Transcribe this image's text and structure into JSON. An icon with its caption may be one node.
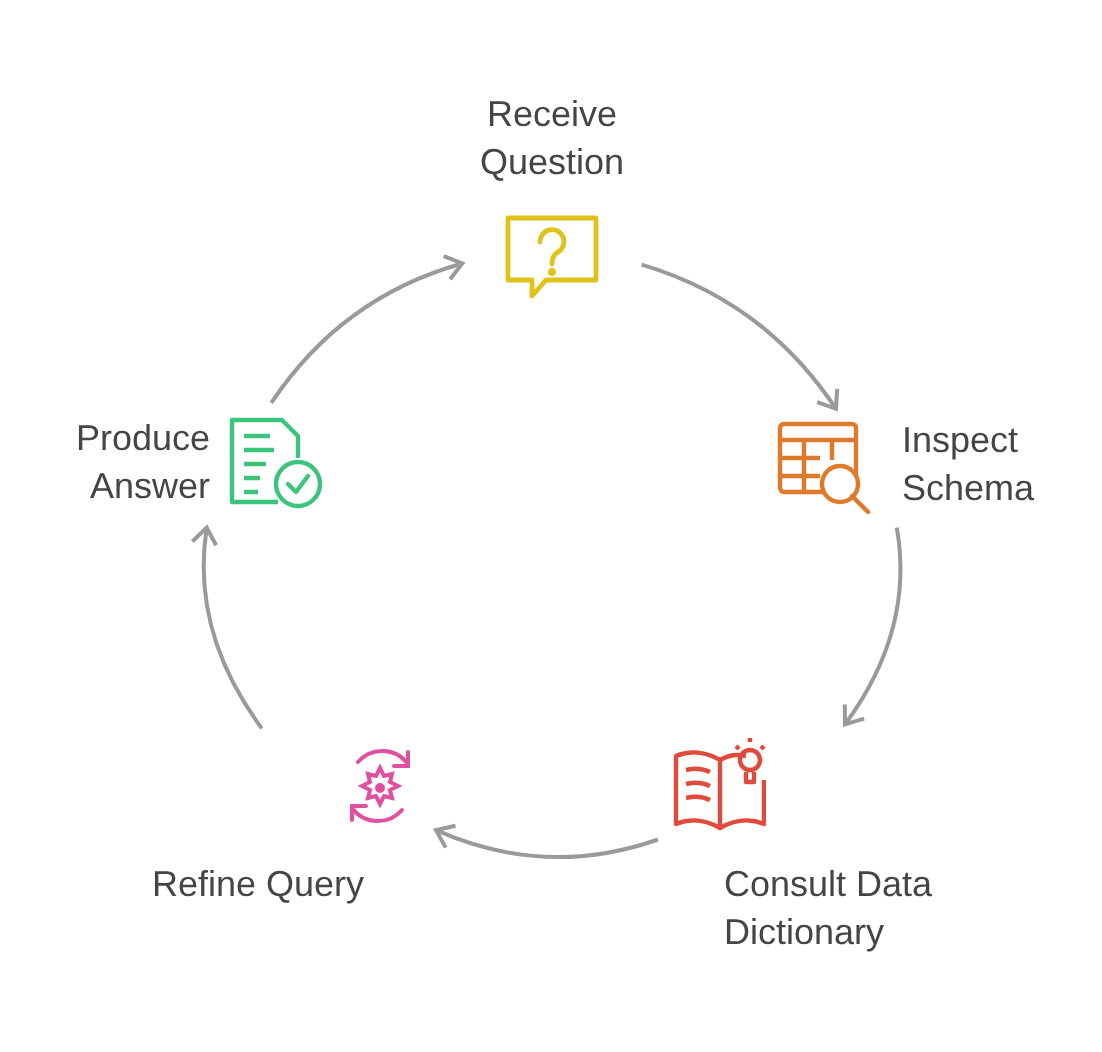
{
  "diagram": {
    "nodes": [
      {
        "text": [
          "Receive Question"
        ]
      },
      {
        "text": [
          "Inspect Schema"
        ]
      },
      {
        "text": [
          "Consult Data Dictionary"
        ]
      },
      {
        "text": [
          "Refine Query"
        ]
      },
      {
        "text": [
          "Produce Answer"
        ]
      }
    ],
    "edges": [
      {
        "from": 0,
        "to": 1,
        "arrow": "to"
      },
      {
        "from": 1,
        "to": 2,
        "arrow": "to"
      },
      {
        "from": 2,
        "to": 3,
        "arrow": "to"
      },
      {
        "from": 3,
        "to": 4,
        "arrow": "to"
      },
      {
        "from": 4,
        "to": 0,
        "arrow": "to"
      }
    ]
  }
}
